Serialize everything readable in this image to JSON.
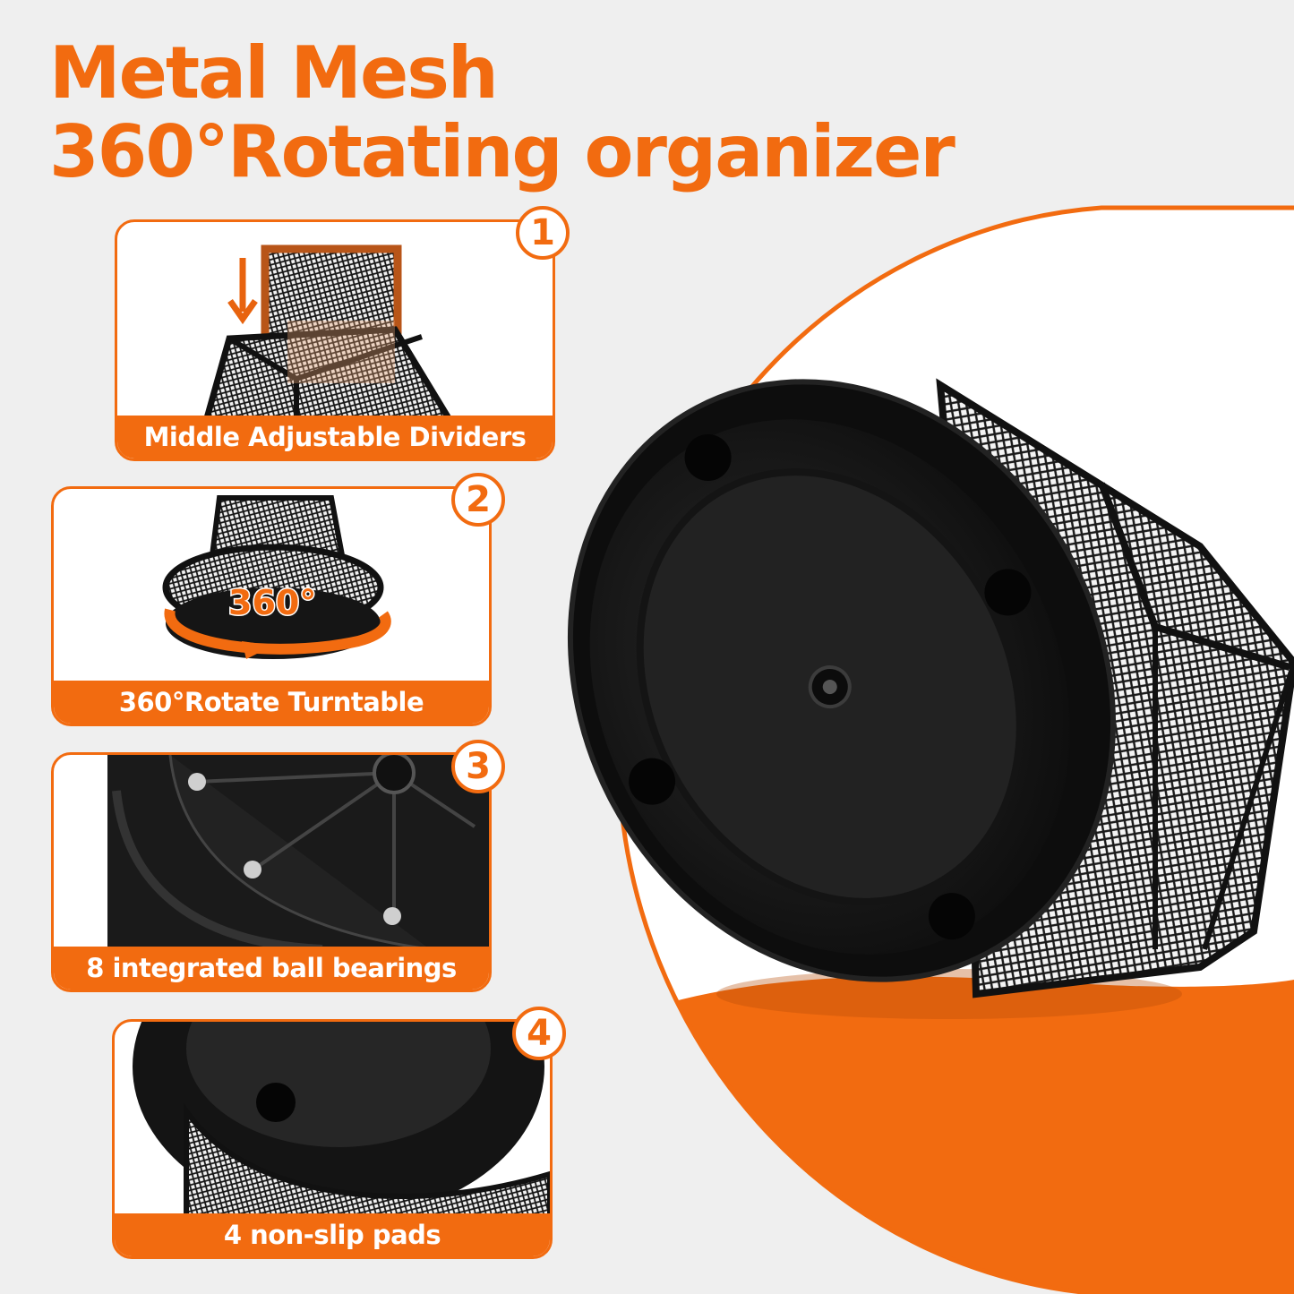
{
  "colors": {
    "accent": "#f26b10",
    "background": "#efefef",
    "product": "#111111"
  },
  "title": {
    "line1": "Metal Mesh",
    "line2": "360°Rotating organizer"
  },
  "features": [
    {
      "number": "1",
      "caption": "Middle Adjustable Dividers"
    },
    {
      "number": "2",
      "caption": "360°Rotate Turntable",
      "badge": "360°"
    },
    {
      "number": "3",
      "caption": "8 integrated ball bearings"
    },
    {
      "number": "4",
      "caption": "4 non-slip pads"
    }
  ]
}
